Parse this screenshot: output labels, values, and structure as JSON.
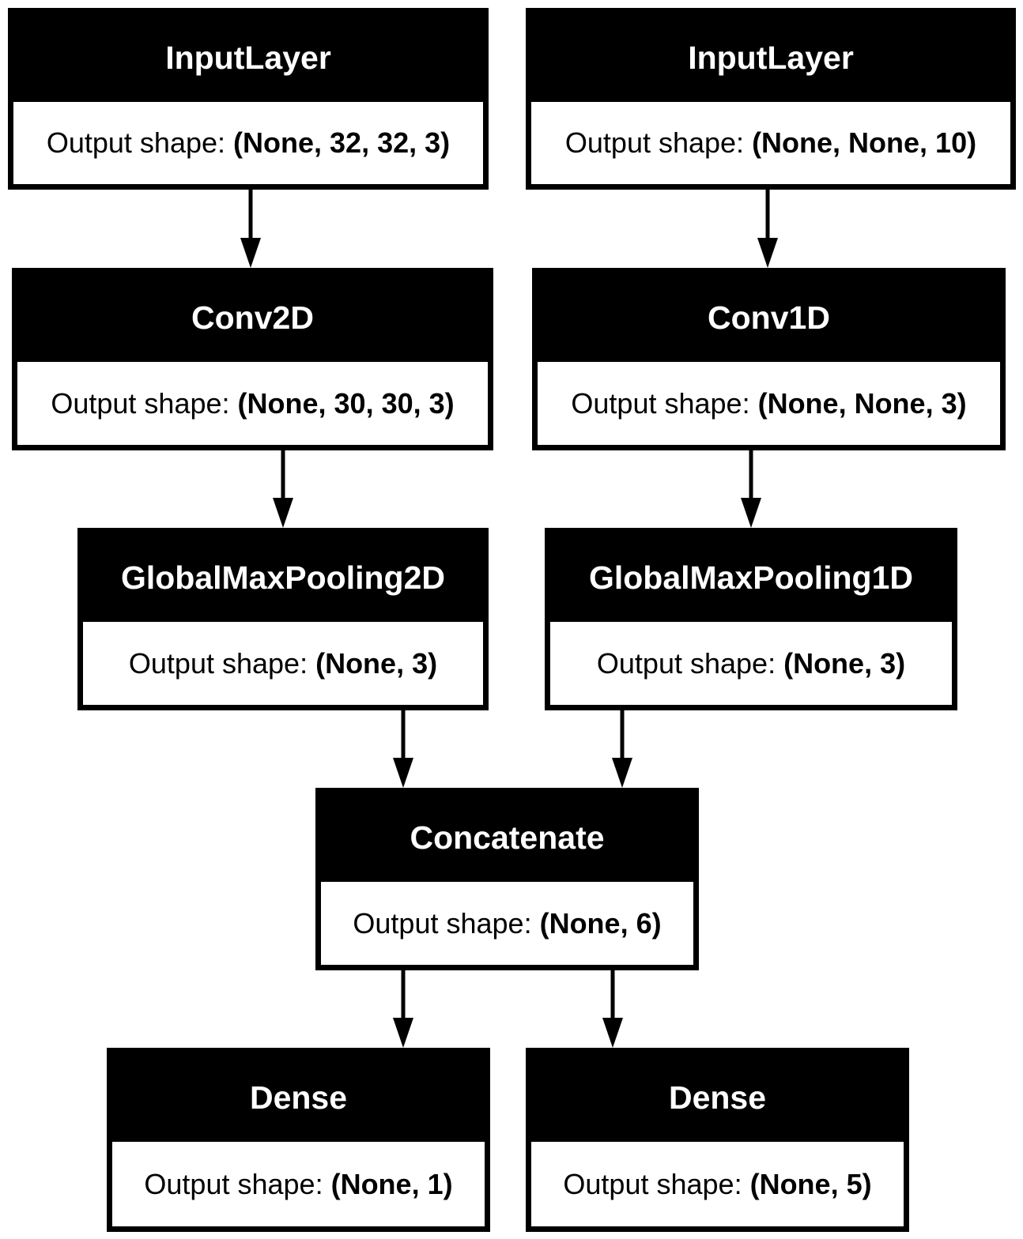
{
  "diagram": {
    "output_label": "Output shape:",
    "nodes": [
      {
        "id": "input-1",
        "layer": "InputLayer",
        "shape": "(None, 32, 32, 3)"
      },
      {
        "id": "input-2",
        "layer": "InputLayer",
        "shape": "(None, None, 10)"
      },
      {
        "id": "conv2d",
        "layer": "Conv2D",
        "shape": "(None, 30, 30, 3)"
      },
      {
        "id": "conv1d",
        "layer": "Conv1D",
        "shape": "(None, None, 3)"
      },
      {
        "id": "gmp2d",
        "layer": "GlobalMaxPooling2D",
        "shape": "(None, 3)"
      },
      {
        "id": "gmp1d",
        "layer": "GlobalMaxPooling1D",
        "shape": "(None, 3)"
      },
      {
        "id": "concat",
        "layer": "Concatenate",
        "shape": "(None, 6)"
      },
      {
        "id": "dense-1",
        "layer": "Dense",
        "shape": "(None, 1)"
      },
      {
        "id": "dense-2",
        "layer": "Dense",
        "shape": "(None, 5)"
      }
    ],
    "edges": [
      {
        "from": "input-1",
        "to": "conv2d"
      },
      {
        "from": "input-2",
        "to": "conv1d"
      },
      {
        "from": "conv2d",
        "to": "gmp2d"
      },
      {
        "from": "conv1d",
        "to": "gmp1d"
      },
      {
        "from": "gmp2d",
        "to": "concat"
      },
      {
        "from": "gmp1d",
        "to": "concat"
      },
      {
        "from": "concat",
        "to": "dense-1"
      },
      {
        "from": "concat",
        "to": "dense-2"
      }
    ]
  }
}
